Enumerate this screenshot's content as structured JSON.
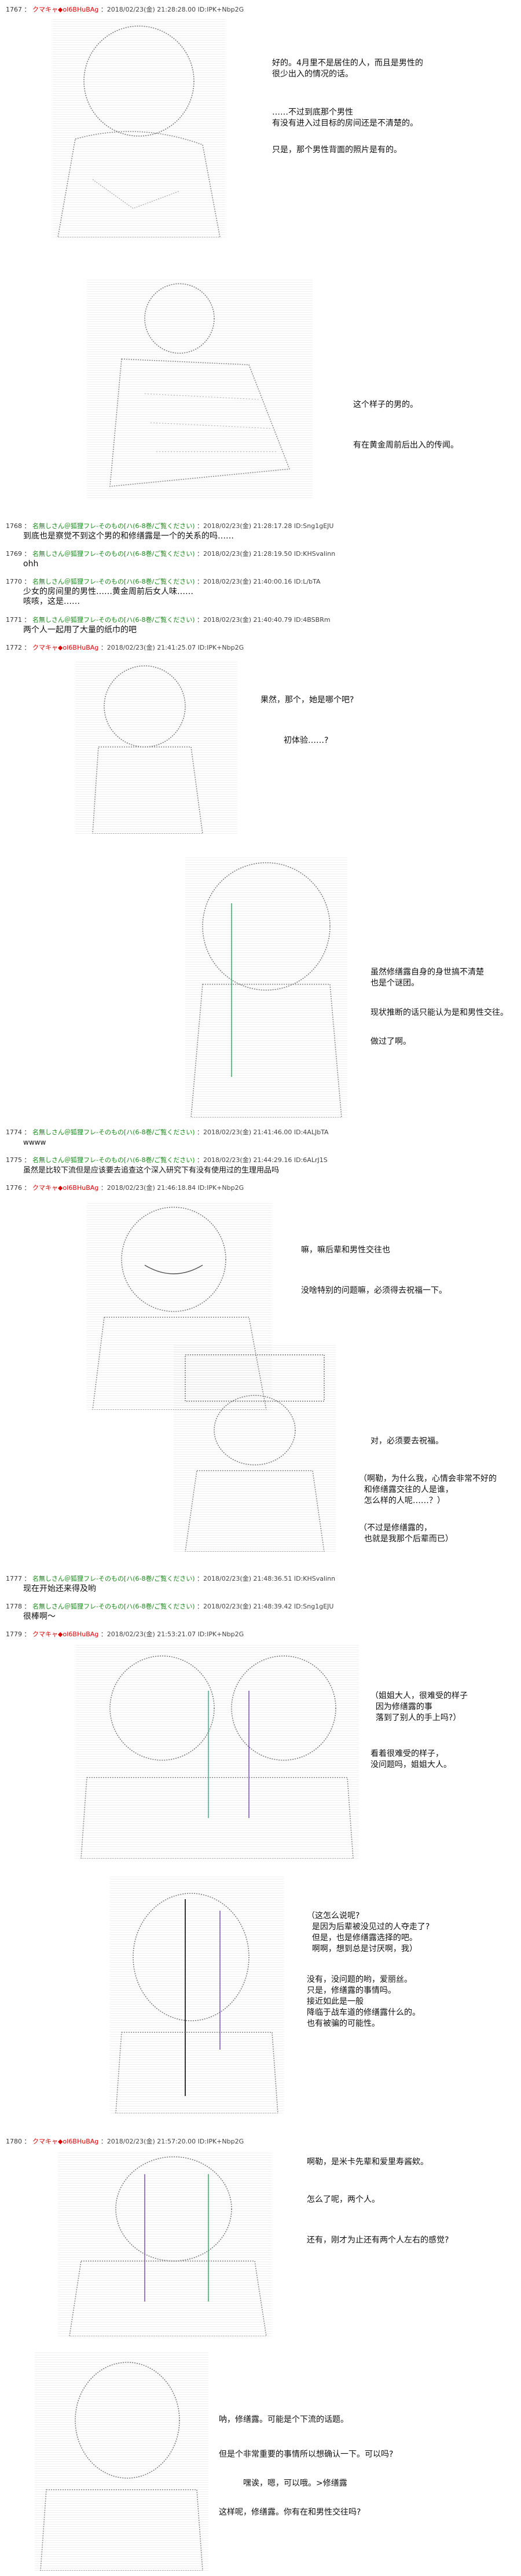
{
  "posts": [
    {
      "no": "1767",
      "name": "クマキャ◆oI6BHuBAg",
      "meta": "：2018/02/23(金) 21:28:28.00 ID:IPK+Nbp2G",
      "dialog1": "好的。4月里不是居住的人，而且是男性的\n很少出入的情况的话。",
      "dialog2": "……不过到底那个男性\n有没有进入过目标的房间还是不清楚的。",
      "dialog3": "只是，那个男性背面的照片是有的。",
      "dialog4": "这个样子的男的。",
      "dialog5": "有在黄金周前后出入的传闻。"
    },
    {
      "no": "1768",
      "name": "名無しさん＠狐狸フレ-そのもの[ハ(6-8巻/ご覧ください)",
      "meta": "：2018/02/23(金) 21:28:17.28 ID:Sng1gEJU",
      "text": "到底也是察觉不到这个男的和修缮露是一个的关系的吗……"
    },
    {
      "no": "1769",
      "name": "名無しさん＠狐狸フレ-そのもの[ハ(6-8巻/ご覧ください)",
      "meta": "：2018/02/23(金) 21:28:19.50 ID:KHSvalinn",
      "text": "ohh"
    },
    {
      "no": "1770",
      "name": "名無しさん＠狐狸フレ-そのもの[ハ(6-8巻/ご覧ください)",
      "meta": "：2018/02/23(金) 21:40:00.16 ID:L/bTA",
      "text": "少女的房间里的男性……黄金周前后女人味……\n咳咳，这是……"
    },
    {
      "no": "1771",
      "name": "名無しさん＠狐狸フレ-そのもの[ハ(6-8巻/ご覧ください)",
      "meta": "：2018/02/23(金) 21:40:40.79 ID:4BSBRm",
      "text": "两个人一起用了大量的纸巾的吧"
    },
    {
      "no": "1772",
      "name": "クマキャ◆oI6BHuBAg",
      "meta": "：2018/02/23(金) 21:41:25.07 ID:IPK+Nbp2G",
      "dialog1": "果然，那个，她是哪个吧?",
      "dialog2": "初体验……?",
      "dialog3": "虽然修缮露自身的身世搞不清楚\n也是个谜团。",
      "dialog4": "现状推断的话只能认为是和男性交往。",
      "dialog5": "做过了啊。"
    },
    {
      "no": "1774",
      "name": "名無しさん＠狐狸フレ-そのもの[ハ(6-8巻/ご覧ください)",
      "meta": "：2018/02/23(金) 21:41:46.00 ID:4ALJbTA",
      "text": "wwww"
    },
    {
      "no": "1775",
      "name": "名無しさん＠狐狸フレ-そのもの[ハ(6-8巻/ご覧ください)",
      "meta": "：2018/02/23(金) 21:44:29.16 ID:6ALrJ1S",
      "text": "虽然是比较下流但是应该要去追查这个深入研究下有没有使用过的生理用品吗"
    },
    {
      "no": "1776",
      "name": "クマキャ◆oI6BHuBAg",
      "meta": "：2018/02/23(金) 21:46:18.84 ID:IPK+Nbp2G",
      "dialog1": "嘛，嘛后辈和男性交往也",
      "dialog2": "没啥特别的问题嘛，必须得去祝福一下。",
      "dialog3": "对，必须要去祝福。",
      "dialog4": "（啊勒，为什么我，心情会非常不好的\n  和修缮露交往的人是谁，\n  怎么样的人呢……？）",
      "dialog5": "（不过是修缮露的，\n  也就是我那个后辈而已）"
    },
    {
      "no": "1777",
      "name": "名無しさん＠狐狸フレ-そのもの[ハ(6-8巻/ご覧ください)",
      "meta": "：2018/02/23(金) 21:48:36.51 ID:KHSvalinn",
      "text": "现在开始还来得及哟"
    },
    {
      "no": "1778",
      "name": "名無しさん＠狐狸フレ-そのもの[ハ(6-8巻/ご覧ください)",
      "meta": "：2018/02/23(金) 21:48:39.42 ID:Sng1gEJU",
      "text": "很棒啊～"
    },
    {
      "no": "1779",
      "name": "クマキャ◆oI6BHuBAg",
      "meta": "：2018/02/23(金) 21:53:21.07 ID:IPK+Nbp2G",
      "dialog1": "（姐姐大人，很难受的样子\n  因为修缮露的事\n  落到了别人的手上吗?）",
      "dialog2": "看着很难受的样子，\n没问题吗，姐姐大人。",
      "dialog3": "（这怎么说呢?\n  是因为后辈被没见过的人夺走了?\n  但是，也是修缮露选择的吧。\n  啊啊，想到总是讨厌啊，我）",
      "dialog4": "没有，没问题的哟，爱丽丝。\n只是，修缮露的事情吗。\n接近如此是一般\n降临于战车道的修缮露什么的。\n也有被骗的可能性。"
    },
    {
      "no": "1780",
      "name": "クマキャ◆oI6BHuBAg",
      "meta": "：2018/02/23(金) 21:57:20.00 ID:IPK+Nbp2G",
      "dialog1": "啊勒，是米卡先辈和爱里寿酱欸。",
      "dialog2": "怎么了呢，两个人。",
      "dialog3": "还有，刚才为止还有两个人左右的感觉?",
      "dialog4": "呐，修缮露。可能是个下流的话题。",
      "dialog5": "但是个非常重要的事情所以想确认一下。可以吗?",
      "dialog6": "嘿诶，嗯，可以哦。>修缮露",
      "dialog7": "这样呢，修缮露。你有在和男性交往吗?"
    }
  ]
}
